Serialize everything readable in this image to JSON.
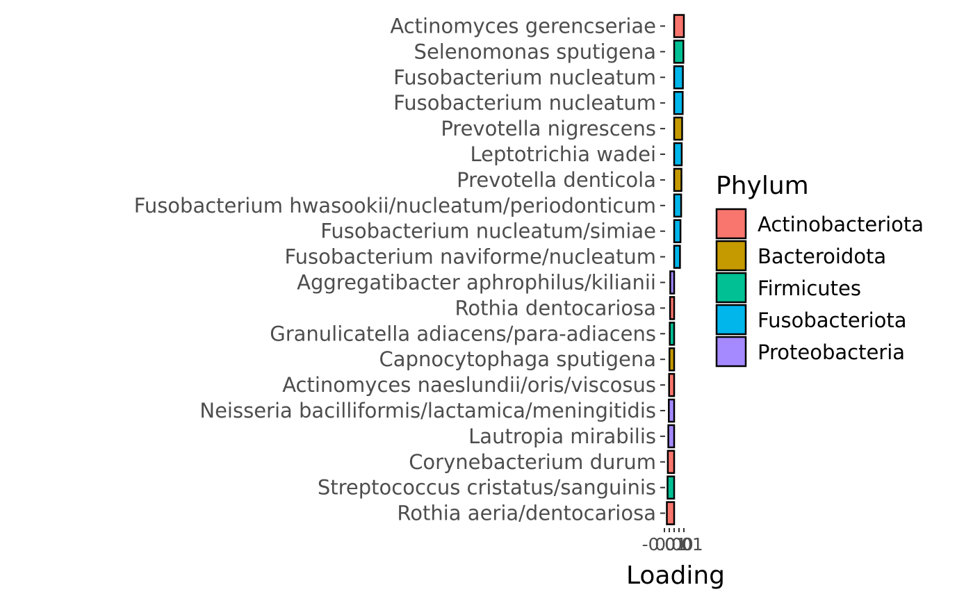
{
  "chart_data": {
    "type": "bar",
    "orientation": "horizontal",
    "title": "",
    "xlabel": "Loading",
    "ylabel": "",
    "xlim": [
      -0.015,
      0.015
    ],
    "x_ticks": [
      -0.01,
      0.0,
      0.01
    ],
    "x_tick_labels": [
      "-0.01",
      "0.00",
      "0.01"
    ],
    "grid": false,
    "legend": {
      "title": "Phylum",
      "position": "right",
      "entries": [
        {
          "name": "Actinobacteriota",
          "color": "#F8766D"
        },
        {
          "name": "Bacteroidota",
          "color": "#C49A00"
        },
        {
          "name": "Firmicutes",
          "color": "#00C094"
        },
        {
          "name": "Fusobacteriota",
          "color": "#00B6EB"
        },
        {
          "name": "Proteobacteria",
          "color": "#A58AFF"
        }
      ]
    },
    "categories": [
      "Actinomyces gerencseriae",
      "Selenomonas sputigena",
      "Fusobacterium nucleatum",
      "Fusobacterium nucleatum",
      "Prevotella nigrescens",
      "Leptotrichia wadei",
      "Prevotella denticola",
      "Fusobacterium hwasookii/nucleatum/periodonticum",
      "Fusobacterium nucleatum/simiae",
      "Fusobacterium naviforme/nucleatum",
      "Aggregatibacter aphrophilus/kilianii",
      "Rothia dentocariosa",
      "Granulicatella adiacens/para-adiacens",
      "Capnocytophaga sputigena",
      "Actinomyces naeslundii/oris/viscosus",
      "Neisseria bacilliformis/lactamica/meningitidis",
      "Lautropia mirabilis",
      "Corynebacterium durum",
      "Streptococcus cristatus/sanguinis",
      "Rothia aeria/dentocariosa"
    ],
    "values": [
      0.01,
      0.0095,
      0.009,
      0.0088,
      0.0082,
      0.0078,
      0.0075,
      0.0072,
      0.0065,
      0.006,
      -0.004,
      -0.0042,
      -0.0045,
      -0.0048,
      -0.0052,
      -0.0055,
      -0.006,
      -0.0065,
      -0.0068,
      -0.0075
    ],
    "phyla": [
      "Actinobacteriota",
      "Firmicutes",
      "Fusobacteriota",
      "Fusobacteriota",
      "Bacteroidota",
      "Fusobacteriota",
      "Bacteroidota",
      "Fusobacteriota",
      "Fusobacteriota",
      "Fusobacteriota",
      "Proteobacteria",
      "Actinobacteriota",
      "Firmicutes",
      "Bacteroidota",
      "Actinobacteriota",
      "Proteobacteria",
      "Proteobacteria",
      "Actinobacteriota",
      "Firmicutes",
      "Actinobacteriota"
    ]
  }
}
